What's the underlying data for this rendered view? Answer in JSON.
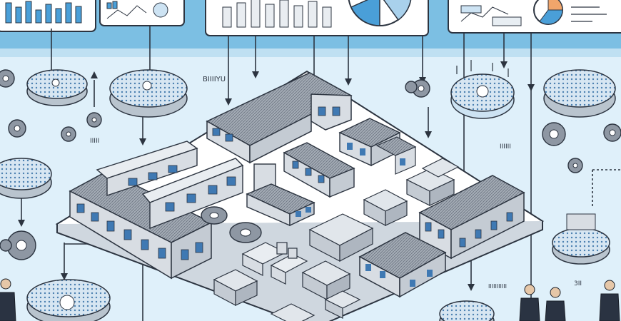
{
  "labels": {
    "top_left_label": "BIIIIYU",
    "mid_left_label": "IIIII",
    "right_label": "IIIIII",
    "bottom_right_label": "3II",
    "bottom_center_label": "IIIIIIIIIII"
  },
  "colors": {
    "sky": "#dff0fa",
    "band": "#7cbfe3",
    "line": "#2c3440",
    "roof": "#8e97a3",
    "wall": "#d8dde3",
    "window": "#3f79b3",
    "plate": "#ffffff",
    "accent": "#4a9fd8",
    "suit": "#2a3342"
  },
  "panels": [
    {
      "name": "left-dashboard",
      "icon": "bar-chart-icon"
    },
    {
      "name": "center-dashboard",
      "icon": "bar-chart-icon"
    },
    {
      "name": "right-dashboard",
      "icon": "pie-chart-icon"
    }
  ]
}
